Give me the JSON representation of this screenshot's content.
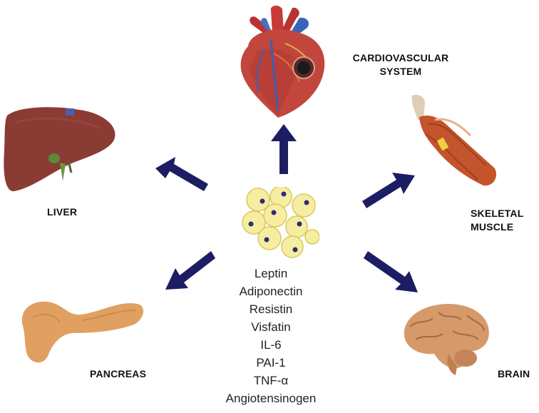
{
  "organs": {
    "cardiovascular": {
      "line1": "CARDIOVASCULAR",
      "line2": "SYSTEM"
    },
    "liver": {
      "label": "LIVER"
    },
    "skeletal_muscle": {
      "line1": "SKELETAL",
      "line2": "MUSCLE"
    },
    "pancreas": {
      "label": "PANCREAS"
    },
    "brain": {
      "label": "BRAIN"
    }
  },
  "adipokines": [
    "Leptin",
    "Adiponectin",
    "Resistin",
    "Visfatin",
    "IL-6",
    "PAI-1",
    "TNF-α",
    "Angiotensinogen"
  ],
  "colors": {
    "arrow": "#1c1d63",
    "adipocyte": "#f7eda0",
    "nucleus": "#2a2d7a",
    "liver": "#8a3b33",
    "heart": "#c2463c",
    "pancreas": "#e0a062",
    "brain": "#d69a6a",
    "muscle": "#c4542c"
  }
}
